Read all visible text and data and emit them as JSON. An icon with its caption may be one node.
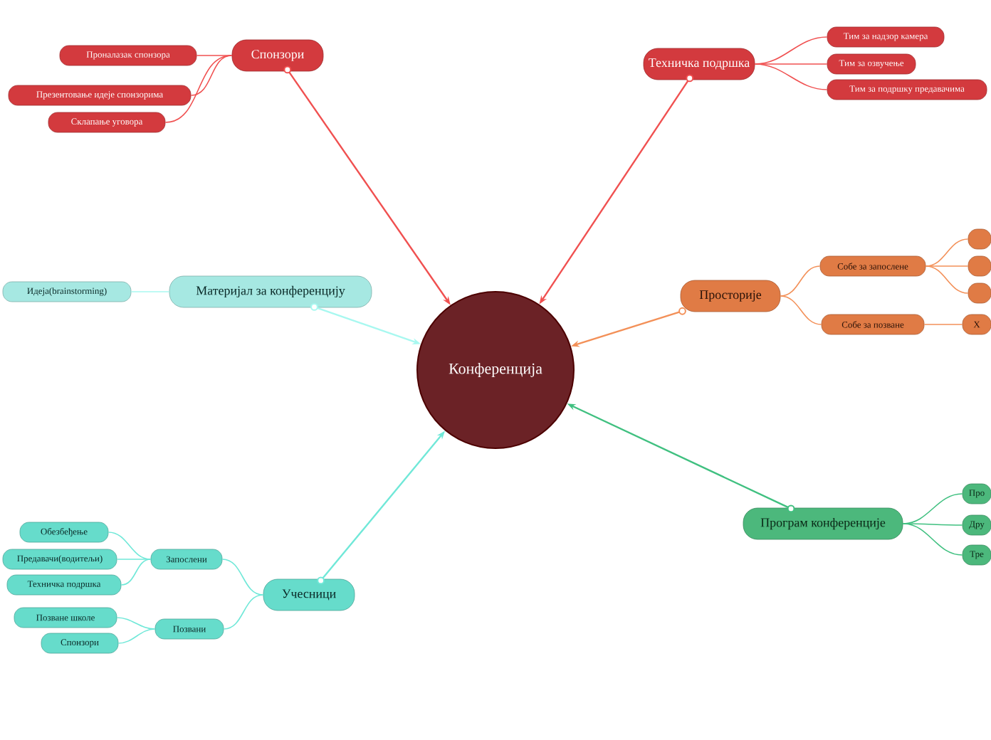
{
  "diagram": {
    "nodes": [
      {
        "text": [
          "Конференција"
        ]
      },
      {
        "text": [
          "Спонзори"
        ]
      },
      {
        "text": [
          "Проналазак спонзора"
        ]
      },
      {
        "text": [
          "Презентовање идеје спонзорима"
        ]
      },
      {
        "text": [
          "Склапање уговора"
        ]
      },
      {
        "text": [
          "Техничка подршка"
        ]
      },
      {
        "text": [
          "Тим за надзор камера"
        ]
      },
      {
        "text": [
          "Тим за озвучење"
        ]
      },
      {
        "text": [
          "Тим за подршку предавачима"
        ]
      },
      {
        "text": [
          "Просторије"
        ]
      },
      {
        "text": [
          "Собе за запослене"
        ]
      },
      {
        "text": [],
        "shape": "box"
      },
      {
        "text": [],
        "shape": "box"
      },
      {
        "text": [],
        "shape": "box"
      },
      {
        "text": [
          "Собе за позване"
        ]
      },
      {
        "text": [
          "Х"
        ]
      },
      {
        "text": [
          "Програм конференције"
        ]
      },
      {
        "text": [
          "Про"
        ]
      },
      {
        "text": [
          "Дру"
        ]
      },
      {
        "text": [
          "Тре"
        ]
      },
      {
        "text": [
          "Учесници"
        ]
      },
      {
        "text": [
          "Запослени"
        ]
      },
      {
        "text": [
          "Обезбеђење"
        ]
      },
      {
        "text": [
          "Предавачи(водитељи)"
        ]
      },
      {
        "text": [
          "Техничка подршка"
        ]
      },
      {
        "text": [
          "Позвани"
        ]
      },
      {
        "text": [
          "Позване школе"
        ]
      },
      {
        "text": [
          "Спонзори"
        ]
      },
      {
        "text": [
          "Материјал за конференцију"
        ]
      },
      {
        "text": [
          "Идеја(brainstorming)"
        ]
      }
    ],
    "edges": [
      {
        "from": 1,
        "to": 0,
        "arrow": "to",
        "color": "#f05050"
      },
      {
        "from": 5,
        "to": 0,
        "arrow": "to",
        "color": "#f05050"
      },
      {
        "from": 9,
        "to": 0,
        "arrow": "to",
        "color": "#f39058"
      },
      {
        "from": 16,
        "to": 0,
        "arrow": "to",
        "color": "#40c080"
      },
      {
        "from": 20,
        "to": 0,
        "arrow": "to",
        "color": "#70e8d8"
      },
      {
        "from": 28,
        "to": 0,
        "arrow": "to",
        "color": "#a8f8f0"
      },
      {
        "from": 1,
        "to": 2,
        "arrow": "none",
        "color": "#f05050"
      },
      {
        "from": 1,
        "to": 3,
        "arrow": "none",
        "color": "#f05050"
      },
      {
        "from": 1,
        "to": 4,
        "arrow": "none",
        "color": "#f05050"
      },
      {
        "from": 5,
        "to": 6,
        "arrow": "none",
        "color": "#f05050"
      },
      {
        "from": 5,
        "to": 7,
        "arrow": "none",
        "color": "#f05050"
      },
      {
        "from": 5,
        "to": 8,
        "arrow": "none",
        "color": "#f05050"
      },
      {
        "from": 9,
        "to": 10,
        "arrow": "none",
        "color": "#f39058"
      },
      {
        "from": 9,
        "to": 14,
        "arrow": "none",
        "color": "#f39058"
      },
      {
        "from": 10,
        "to": 11,
        "arrow": "none",
        "color": "#f39058"
      },
      {
        "from": 10,
        "to": 12,
        "arrow": "none",
        "color": "#f39058"
      },
      {
        "from": 10,
        "to": 13,
        "arrow": "none",
        "color": "#f39058"
      },
      {
        "from": 14,
        "to": 15,
        "arrow": "none",
        "color": "#f39058"
      },
      {
        "from": 16,
        "to": 17,
        "arrow": "none",
        "color": "#40c080"
      },
      {
        "from": 16,
        "to": 18,
        "arrow": "none",
        "color": "#40c080"
      },
      {
        "from": 16,
        "to": 19,
        "arrow": "none",
        "color": "#40c080"
      },
      {
        "from": 20,
        "to": 21,
        "arrow": "none",
        "color": "#70e8d8"
      },
      {
        "from": 20,
        "to": 25,
        "arrow": "none",
        "color": "#70e8d8"
      },
      {
        "from": 21,
        "to": 22,
        "arrow": "none",
        "color": "#70e8d8"
      },
      {
        "from": 21,
        "to": 23,
        "arrow": "none",
        "color": "#70e8d8"
      },
      {
        "from": 21,
        "to": 24,
        "arrow": "none",
        "color": "#70e8d8"
      },
      {
        "from": 25,
        "to": 26,
        "arrow": "none",
        "color": "#70e8d8"
      },
      {
        "from": 25,
        "to": 27,
        "arrow": "none",
        "color": "#70e8d8"
      },
      {
        "from": 28,
        "to": 29,
        "arrow": "none",
        "color": "#a8f8f0"
      }
    ]
  }
}
